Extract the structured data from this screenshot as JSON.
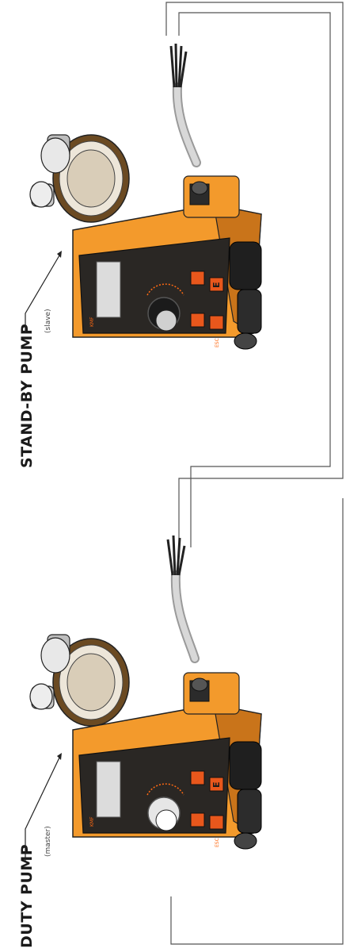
{
  "pumps": [
    {
      "label": "DUTY PUMP",
      "sublabel": "(master)",
      "brand": "KMF",
      "button_e": "E",
      "button_esc": "ESC"
    },
    {
      "label": "STAND-BY PUMP",
      "sublabel": "(slave)",
      "brand": "KMF",
      "button_e": "E",
      "button_esc": "ESC"
    }
  ],
  "colors": {
    "pump_body": "#f39a2c",
    "pump_shadow": "#c9741a",
    "panel": "#2a2724",
    "display": "#dcdcdc",
    "wire": "#555555"
  }
}
